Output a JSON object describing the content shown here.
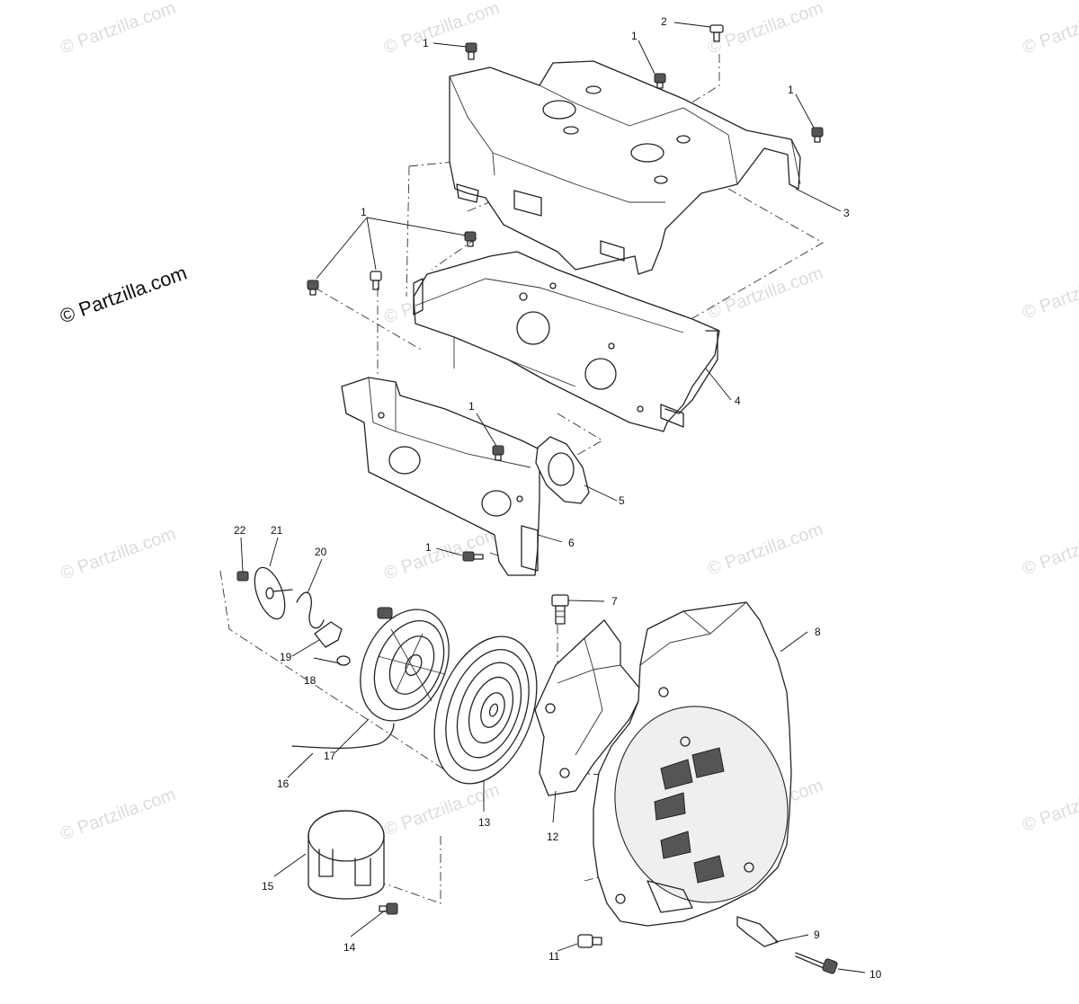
{
  "brand_text": "© Partzilla.com",
  "watermark_text": "© Partzilla.com",
  "callouts": {
    "c1a": "1",
    "c2": "2",
    "c1b": "1",
    "c1c": "1",
    "c3": "3",
    "c1d": "1",
    "c4": "4",
    "c1e": "1",
    "c5": "5",
    "c6": "6",
    "c1f": "1",
    "c22": "22",
    "c21": "21",
    "c20": "20",
    "c7": "7",
    "c8": "8",
    "c19": "19",
    "c18": "18",
    "c17": "17",
    "c16": "16",
    "c13": "13",
    "c12": "12",
    "c15": "15",
    "c14": "14",
    "c11": "11",
    "c9": "9",
    "c10": "10"
  }
}
